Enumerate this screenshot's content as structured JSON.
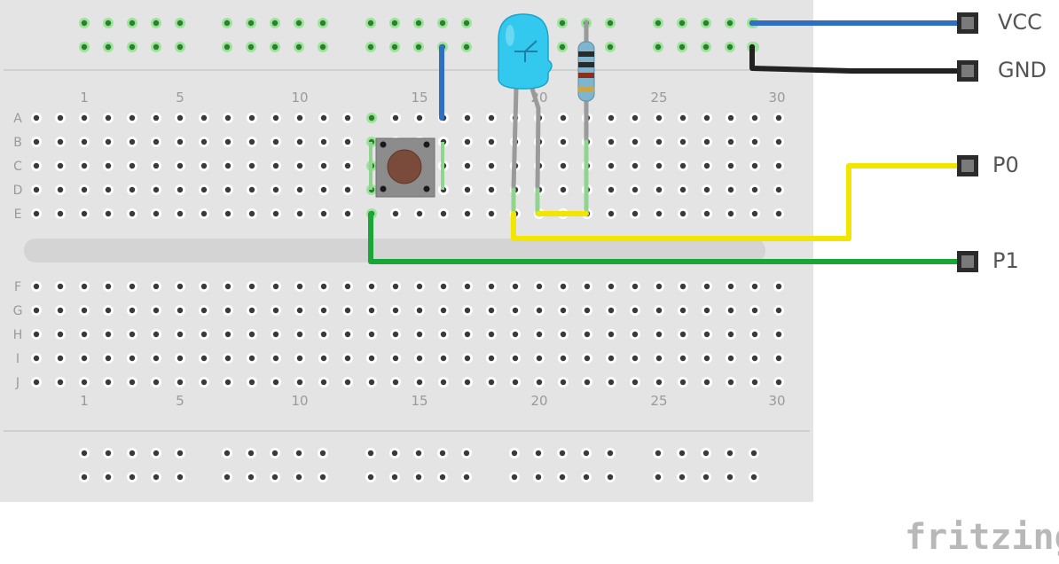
{
  "breadboard": {
    "rows_top": [
      "A",
      "B",
      "C",
      "D",
      "E"
    ],
    "rows_bottom": [
      "F",
      "G",
      "H",
      "I",
      "J"
    ],
    "column_numbers": [
      "1",
      "5",
      "10",
      "15",
      "20",
      "25",
      "30"
    ]
  },
  "pins": {
    "vcc": "VCC",
    "gnd": "GND",
    "p0": "P0",
    "p1": "P1"
  },
  "components": [
    "pushbutton",
    "blue-led",
    "resistor"
  ],
  "wire_colors": {
    "vcc": "#2e6fc4",
    "gnd": "#222222",
    "p0": "#f2e600",
    "p1": "#1aa636",
    "button_to_rail": "#2e6fc4"
  },
  "logo": "fritzing"
}
